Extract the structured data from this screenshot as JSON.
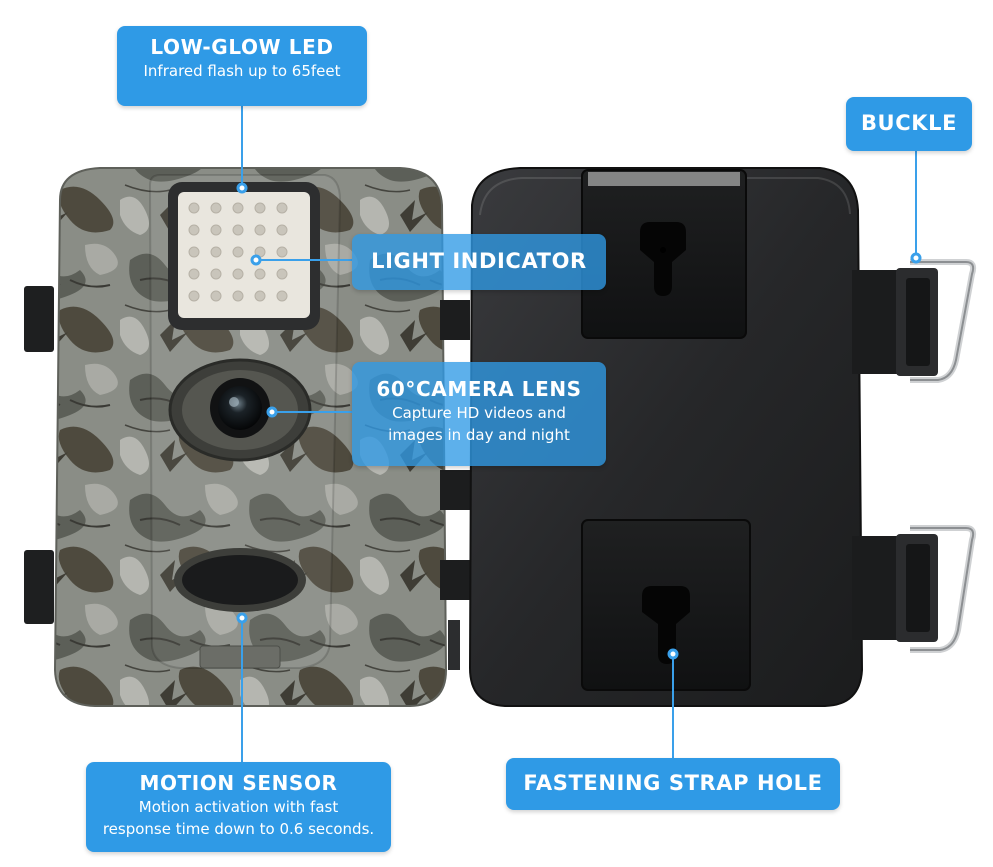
{
  "callouts": {
    "low_glow_led": {
      "title": "LOW-GLOW LED",
      "desc": "Infrared flash up to 65feet"
    },
    "buckle": {
      "title": "BUCKLE"
    },
    "light_indicator": {
      "title": "LIGHT INDICATOR"
    },
    "camera_lens": {
      "title": "60°CAMERA LENS",
      "desc_line1": "Capture HD videos and",
      "desc_line2": "images in day and night"
    },
    "motion_sensor": {
      "title": "MOTION SENSOR",
      "desc_line1": "Motion activation with fast",
      "desc_line2": "response time down to 0.6 seconds."
    },
    "fastening_strap_hole": {
      "title": "FASTENING STRAP HOLE"
    }
  },
  "colors": {
    "callout_blue": "#2f9ae6",
    "leader_line": "#3aa0ea",
    "camo_base": "#8a8d86",
    "back_panel": "#2a2b2d"
  }
}
